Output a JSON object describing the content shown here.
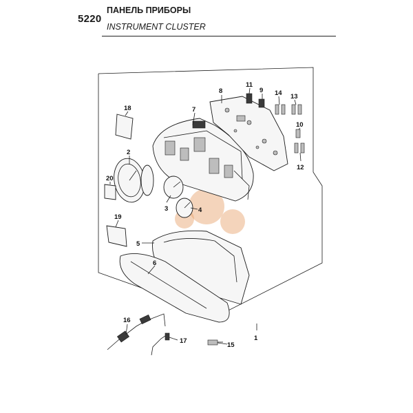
{
  "header": {
    "section_code": "5220",
    "title_ru": "ПАНЕЛЬ ПРИБОРЫ",
    "title_en": "INSTRUMENT CLUSTER"
  },
  "callouts": [
    "1",
    "2",
    "3",
    "4",
    "5",
    "6",
    "7",
    "8",
    "9",
    "10",
    "11",
    "12",
    "13",
    "14",
    "15",
    "16",
    "17",
    "18",
    "19",
    "20"
  ]
}
